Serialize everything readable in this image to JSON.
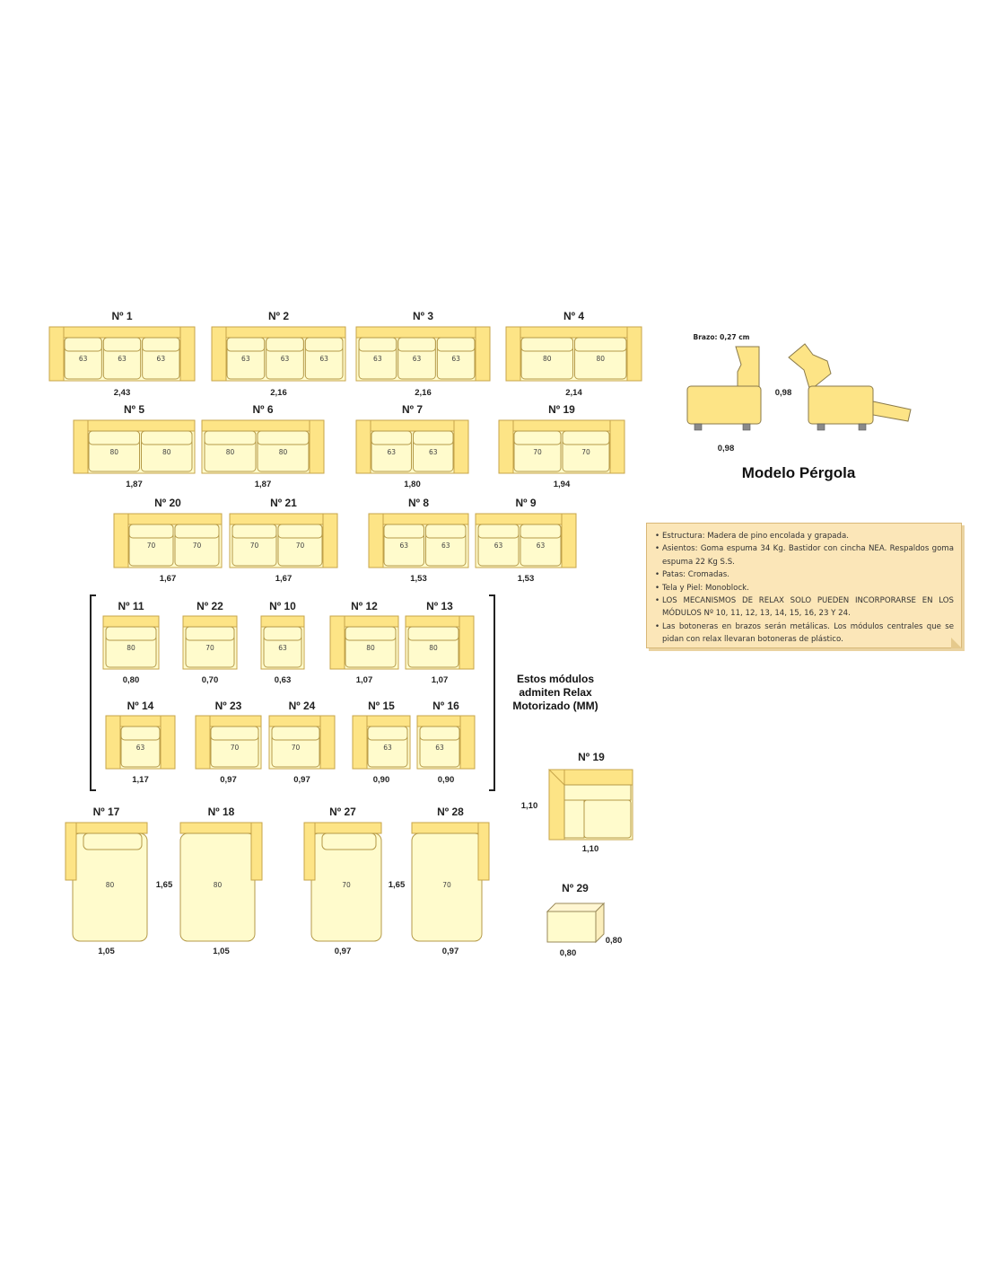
{
  "colors": {
    "fabric": "#fffbcc",
    "arm": "#fde486",
    "outline": "#c7a54a",
    "cushion_outline": "#b59a48"
  },
  "modules_row1": [
    {
      "label": "Nº 1",
      "seats": [
        "63",
        "63",
        "63"
      ],
      "width": "2,43"
    },
    {
      "label": "Nº 2",
      "seats": [
        "63",
        "63",
        "63"
      ],
      "width": "2,16"
    },
    {
      "label": "Nº 3",
      "seats": [
        "63",
        "63",
        "63"
      ],
      "width": "2,16"
    },
    {
      "label": "Nº 4",
      "seats": [
        "80",
        "80"
      ],
      "width": "2,14"
    }
  ],
  "modules_row2": [
    {
      "label": "Nº 5",
      "seats": [
        "80",
        "80"
      ],
      "width": "1,87"
    },
    {
      "label": "Nº 6",
      "seats": [
        "80",
        "80"
      ],
      "width": "1,87"
    },
    {
      "label": "Nº 7",
      "seats": [
        "63",
        "63"
      ],
      "width": "1,80"
    },
    {
      "label": "Nº 19",
      "seats": [
        "70",
        "70"
      ],
      "width": "1,94"
    }
  ],
  "modules_row3": [
    {
      "label": "Nº 20",
      "seats": [
        "70",
        "70"
      ],
      "width": "1,67"
    },
    {
      "label": "Nº 21",
      "seats": [
        "70",
        "70"
      ],
      "width": "1,67"
    },
    {
      "label": "Nº 8",
      "seats": [
        "63",
        "63"
      ],
      "width": "1,53"
    },
    {
      "label": "Nº 9",
      "seats": [
        "63",
        "63"
      ],
      "width": "1,53"
    }
  ],
  "modules_row4": [
    {
      "label": "Nº 11",
      "seats": [
        "80"
      ],
      "width": "0,80"
    },
    {
      "label": "Nº 22",
      "seats": [
        "70"
      ],
      "width": "0,70"
    },
    {
      "label": "Nº 10",
      "seats": [
        "63"
      ],
      "width": "0,63"
    },
    {
      "label": "Nº 12",
      "seats": [
        "80"
      ],
      "width": "1,07"
    },
    {
      "label": "Nº 13",
      "seats": [
        "80"
      ],
      "width": "1,07"
    }
  ],
  "modules_row5": [
    {
      "label": "Nº 14",
      "seats": [
        "63"
      ],
      "width": "1,17"
    },
    {
      "label": "Nº 23",
      "seats": [
        "70"
      ],
      "width": "0,97"
    },
    {
      "label": "Nº 24",
      "seats": [
        "70"
      ],
      "width": "0,97"
    },
    {
      "label": "Nº 15",
      "seats": [
        "63"
      ],
      "width": "0,90"
    },
    {
      "label": "Nº 16",
      "seats": [
        "63"
      ],
      "width": "0,90"
    }
  ],
  "modules_row6": [
    {
      "label": "Nº 17",
      "seats": [
        "80"
      ],
      "width": "1,05"
    },
    {
      "label": "Nº 18",
      "seats": [
        "80"
      ],
      "width": "1,05"
    },
    {
      "label": "Nº 27",
      "seats": [
        "70"
      ],
      "width": "0,97"
    },
    {
      "label": "Nº 28",
      "seats": [
        "70"
      ],
      "width": "0,97"
    }
  ],
  "chaise_length": "1,65",
  "relax_note": [
    "Estos  módulos",
    "admiten Relax",
    "Motorizado (MM)"
  ],
  "corner": {
    "label": "Nº 19",
    "width": "1,10",
    "depth": "1,10"
  },
  "pouf": {
    "label": "Nº 29",
    "width": "0,80",
    "depth": "0,80"
  },
  "profile": {
    "arm_label": "Brazo: 0,27 cm",
    "height": "0,98",
    "depth": "0,98",
    "model_title": "Modelo Pérgola"
  },
  "specs": [
    "Estructura: Madera de pino encolada y grapada.",
    "Asientos: Goma espuma 34 Kg. Bastidor con cincha NEA. Respaldos goma espuma 22 Kg S.S.",
    "Patas: Cromadas.",
    "Tela y Piel: Monoblock.",
    "LOS MECANISMOS DE RELAX SOLO PUEDEN INCORPORARSE EN LOS MÓDULOS Nº 10, 11, 12, 13, 14, 15, 16, 23 Y 24.",
    "Las botoneras en brazos serán metálicas. Los módulos centrales que se pidan con relax llevaran botoneras de plástico."
  ]
}
